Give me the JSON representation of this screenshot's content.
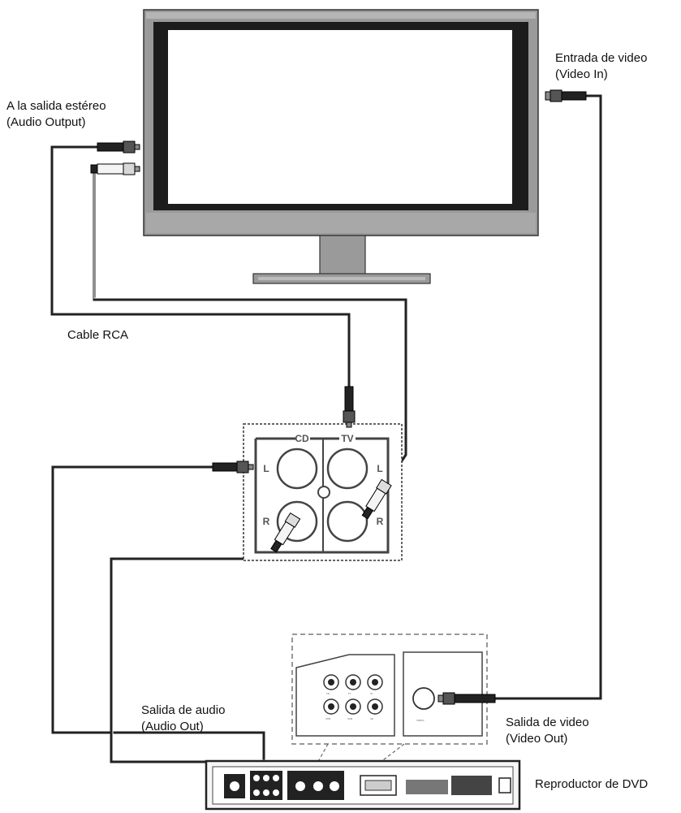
{
  "labels": {
    "audio_output_es": "A la salida estéreo",
    "audio_output_en": "(Audio Output)",
    "video_in_es": "Entrada de video",
    "video_in_en": "(Video In)",
    "cable_rca": "Cable RCA",
    "audio_out_es": "Salida de audio",
    "audio_out_en": "(Audio Out)",
    "video_out_es": "Salida de video",
    "video_out_en": "(Video Out)",
    "dvd_player": "Reproductor de DVD"
  },
  "switch_panel": {
    "cd": "CD",
    "tv": "TV",
    "left": "L",
    "right": "R"
  },
  "colors": {
    "cable": "#222222",
    "tv_frame": "#9a9a9a",
    "screen_border": "#222222"
  }
}
